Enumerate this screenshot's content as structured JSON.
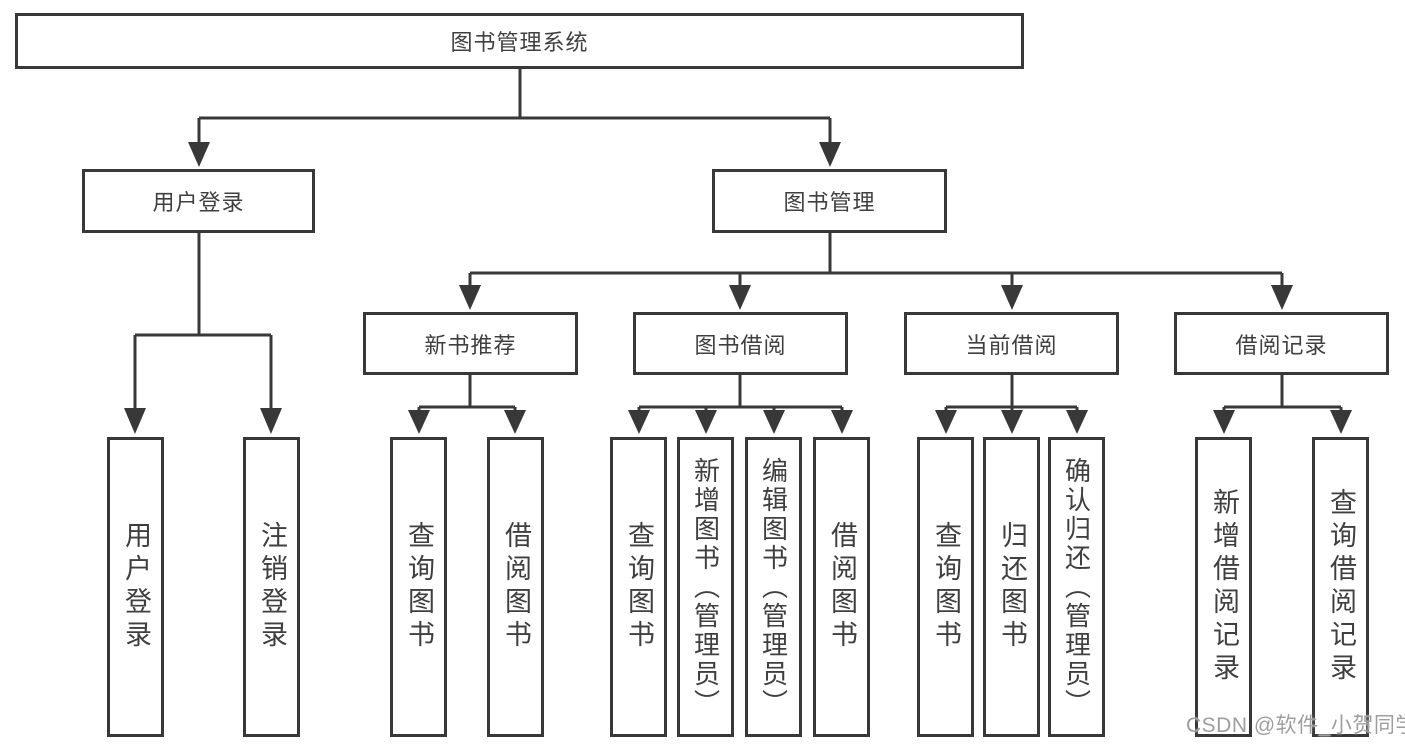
{
  "root": {
    "label": "图书管理系统"
  },
  "level2": [
    {
      "label": "用户登录"
    },
    {
      "label": "图书管理"
    }
  ],
  "level3": [
    {
      "label": "新书推荐",
      "parent": "图书管理"
    },
    {
      "label": "图书借阅",
      "parent": "图书管理"
    },
    {
      "label": "当前借阅",
      "parent": "图书管理"
    },
    {
      "label": "借阅记录",
      "parent": "图书管理"
    }
  ],
  "leaves": [
    {
      "label": "用户登录",
      "parent": "用户登录"
    },
    {
      "label": "注销登录",
      "parent": "用户登录"
    },
    {
      "label": "查询图书",
      "parent": "新书推荐"
    },
    {
      "label": "借阅图书",
      "parent": "新书推荐"
    },
    {
      "label": "查询图书",
      "parent": "图书借阅"
    },
    {
      "label": "新增图书（管理员）",
      "parent": "图书借阅"
    },
    {
      "label": "编辑图书（管理员）",
      "parent": "图书借阅"
    },
    {
      "label": "借阅图书",
      "parent": "图书借阅"
    },
    {
      "label": "查询图书",
      "parent": "当前借阅"
    },
    {
      "label": "归还图书",
      "parent": "当前借阅"
    },
    {
      "label": "确认归还（管理员）",
      "parent": "当前借阅"
    },
    {
      "label": "新增借阅记录",
      "parent": "借阅记录"
    },
    {
      "label": "查询借阅记录",
      "parent": "借阅记录"
    }
  ],
  "watermark": {
    "text": "CSDN @软件_小贺同学"
  },
  "colors": {
    "line": "#383838",
    "text": "#3f3f3f",
    "watermark": "#9e9e9e",
    "background": "#ffffff"
  }
}
